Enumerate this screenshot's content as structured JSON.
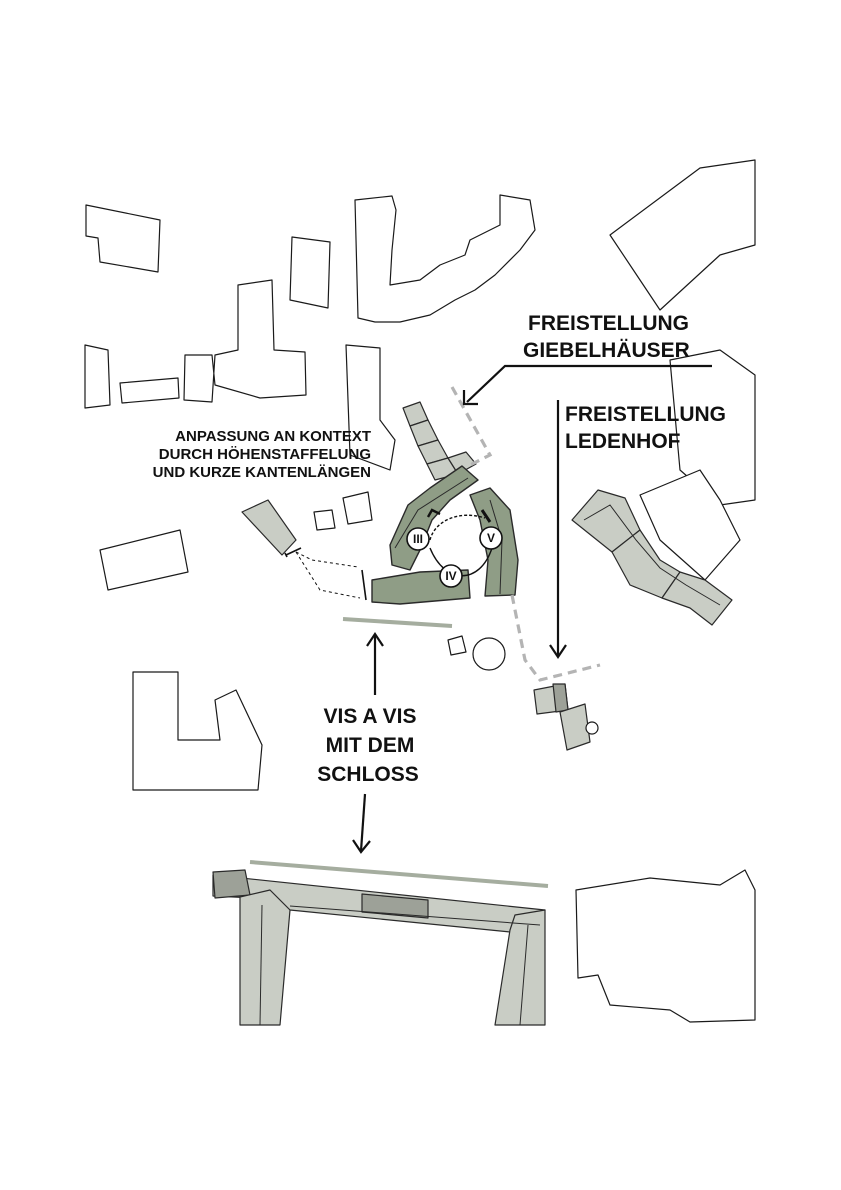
{
  "labels": {
    "giebelhaeuser_line1": "FREISTELLUNG",
    "giebelhaeuser_line2": "GIEBELHÄUSER",
    "ledenhof_line1": "FREISTELLUNG",
    "ledenhof_line2": "LEDENHOF",
    "kontext_line1": "ANPASSUNG AN KONTEXT",
    "kontext_line2": "DURCH HÖHENSTAFFELUNG",
    "kontext_line3": "UND KURZE KANTENLÄNGEN",
    "visavis_line1": "VIS A VIS",
    "visavis_line2": "MIT DEM",
    "visavis_line3": "SCHLOSS"
  },
  "storeys": {
    "building_west": "III",
    "building_south": "IV",
    "building_east": "V"
  },
  "colors": {
    "new_buildings": "#8f9d86",
    "context_buildings": "#c9cdc5",
    "axis_lines": "#a5ad9f",
    "clearance_dash": "#b4b4b4"
  }
}
